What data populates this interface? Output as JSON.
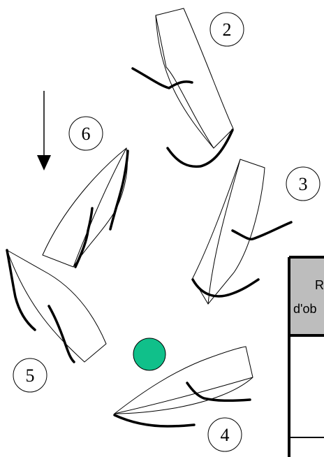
{
  "diagram": {
    "labels": [
      "2",
      "3",
      "4",
      "5",
      "6"
    ],
    "table": {
      "header_lines": [
        "R",
        "d'ob"
      ]
    },
    "colors": {
      "buoy": "#10C08A",
      "stroke": "#000000",
      "table_header_bg": "#BDBDBD"
    }
  }
}
